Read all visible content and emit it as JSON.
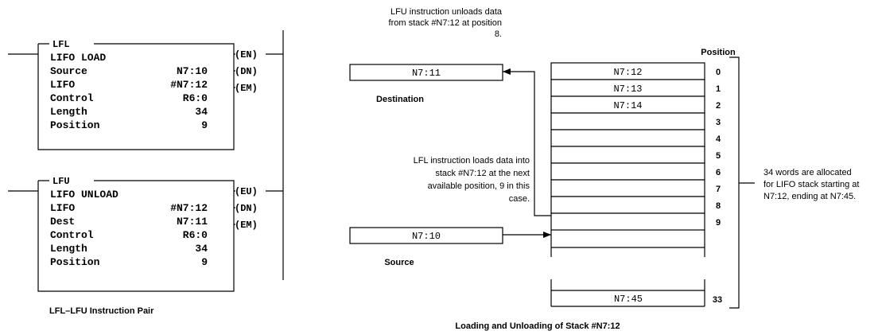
{
  "lfl": {
    "tag": "LFL",
    "title": "LIFO LOAD",
    "rows": [
      {
        "label": "Source",
        "value": "N7:10"
      },
      {
        "label": "LIFO",
        "value": "#N7:12"
      },
      {
        "label": "Control",
        "value": "R6:0"
      },
      {
        "label": "Length",
        "value": "34"
      },
      {
        "label": "Position",
        "value": "9"
      }
    ],
    "outputs": [
      "(EN)",
      "(DN)",
      "(EM)"
    ]
  },
  "lfu": {
    "tag": "LFU",
    "title": "LIFO UNLOAD",
    "rows": [
      {
        "label": "LIFO",
        "value": "#N7:12"
      },
      {
        "label": "Dest",
        "value": "N7:11"
      },
      {
        "label": "Control",
        "value": "R6:0"
      },
      {
        "label": "Length",
        "value": "34"
      },
      {
        "label": "Position",
        "value": "9"
      }
    ],
    "outputs": [
      "(EU)",
      "(DN)",
      "(EM)"
    ]
  },
  "left_caption": "LFL–LFU Instruction Pair",
  "unload_note": [
    "LFU instruction unloads data",
    "from stack #N7:12 at position",
    "8."
  ],
  "load_note": [
    "LFL instruction loads data into",
    "stack #N7:12 at the next",
    "available position, 9 in this",
    "case."
  ],
  "destination": {
    "value": "N7:11",
    "label": "Destination"
  },
  "source": {
    "value": "N7:10",
    "label": "Source"
  },
  "stack": {
    "header": "Position",
    "cells": [
      "N7:12",
      "N7:13",
      "N7:14",
      "",
      "",
      "",
      "",
      "",
      "",
      ""
    ],
    "positions": [
      "0",
      "1",
      "2",
      "3",
      "4",
      "5",
      "6",
      "7",
      "8",
      "9"
    ],
    "last_cell": "N7:45",
    "last_position": "33"
  },
  "allocation_note": [
    "34 words are allocated",
    "for LIFO stack starting at",
    "N7:12, ending at N7:45."
  ],
  "right_caption": "Loading and Unloading of Stack #N7:12"
}
